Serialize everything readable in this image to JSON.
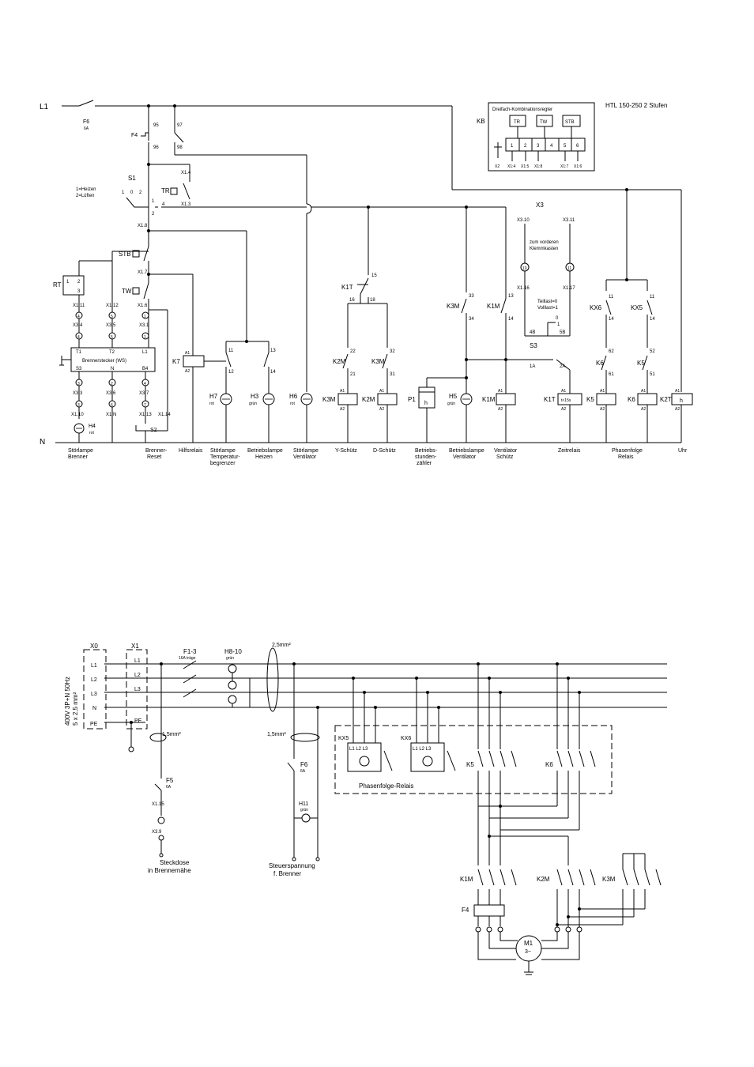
{
  "title": "HTL 150-250 2 Stufen",
  "rails": {
    "l1": "L1",
    "n": "N"
  },
  "kb": {
    "id": "KB",
    "title": "Dreifach-Kombinationsregler",
    "units": [
      "TR",
      "TW",
      "STB"
    ],
    "terminals": [
      "1",
      "2",
      "3",
      "4",
      "5",
      "6"
    ],
    "bottom": [
      "X2",
      "X1:4",
      "X1:5",
      "X1:8",
      "X1:7",
      "X1:6"
    ]
  },
  "s1": {
    "id": "S1",
    "legend1": "1=Heizen",
    "legend2": "2=Lüften",
    "pos": [
      "1",
      "0",
      "2"
    ]
  },
  "fuses": {
    "f6": "F6",
    "f6v": "6A",
    "f4": "F4"
  },
  "labels": {
    "tr": "TR",
    "stb": "STB",
    "tw": "TW",
    "rt": "RT",
    "x3": "X3",
    "klemm1": "zum vorderen",
    "klemm2": "Klemmkasten",
    "teillast": "Teillast=0",
    "volllast": "Volllast=1",
    "ws": "Brennerstecker (WS)",
    "s2": "S2",
    "s3": "S3",
    "h4": "H4",
    "rot": "rot",
    "gruen": "grün"
  },
  "components": {
    "k7": "K7",
    "h7": "H7",
    "h3": "H3",
    "h6": "H6",
    "k1t": "K1T",
    "k2m": "K2M",
    "k3m": "K3M",
    "p1": "P1",
    "h5": "H5",
    "k1m": "K1M",
    "k5": "K5",
    "k6": "K6",
    "k2t": "K2T",
    "kx6": "KX6",
    "kx5": "KX5",
    "h": "h",
    "t15": "t<15s"
  },
  "captions": [
    {
      "l1": "Störlampe",
      "l2": "Brenner",
      "l3": ""
    },
    {
      "l1": "Brenner-",
      "l2": "Reset",
      "l3": ""
    },
    {
      "l1": "Hilfsrelais",
      "l2": "",
      "l3": ""
    },
    {
      "l1": "Störlampe",
      "l2": "Temperatur-",
      "l3": "begrenzer"
    },
    {
      "l1": "Betriebslampe",
      "l2": "Heizen",
      "l3": ""
    },
    {
      "l1": "Störlampe",
      "l2": "Ventilator",
      "l3": ""
    },
    {
      "l1": "Y-Schütz",
      "l2": "",
      "l3": ""
    },
    {
      "l1": "D-Schütz",
      "l2": "",
      "l3": ""
    },
    {
      "l1": "Betriebs-",
      "l2": "stunden-",
      "l3": "zähler"
    },
    {
      "l1": "Betriebslampe",
      "l2": "Ventilator",
      "l3": ""
    },
    {
      "l1": "Ventilator",
      "l2": "Schütz",
      "l3": ""
    },
    {
      "l1": "Zeitrelais",
      "l2": "",
      "l3": ""
    },
    {
      "l1": "Phasenfolge",
      "l2": "Relais",
      "l3": ""
    },
    {
      "l1": "Uhr",
      "l2": "",
      "l3": ""
    }
  ],
  "power": {
    "x0": "X0",
    "x1": "X1",
    "lines": [
      "L1",
      "L2",
      "L3",
      "N",
      "PE"
    ],
    "supply": "400V 3P+N 50Hz",
    "cable": "5 x 2,5 mm²",
    "f1": "F1-3",
    "f1v": "16A träge",
    "h8": "H8-10",
    "h8c": "grün",
    "c25": "2,5mm²",
    "c15a": "1,5mm²",
    "c15b": "1,5mm²",
    "f5": "F5",
    "f5v": "6A",
    "f6": "F6",
    "f6v": "6A",
    "x115": "X1.15",
    "x39": "X3.9",
    "h11": "H11",
    "h11c": "grün",
    "kx5": "KX5",
    "kx6": "KX6",
    "pfr": "Phasenfolge-Relais",
    "k5": "K5",
    "k6": "K6",
    "k1m": "K1M",
    "k2m": "K2M",
    "k3m": "K3M",
    "f4": "F4",
    "m1": "M1",
    "m1s": "3~",
    "steck1": "Steckdose",
    "steck2": "in Brennernähe",
    "steuer1": "Steuerspannung",
    "steuer2": "f. Brenner"
  }
}
